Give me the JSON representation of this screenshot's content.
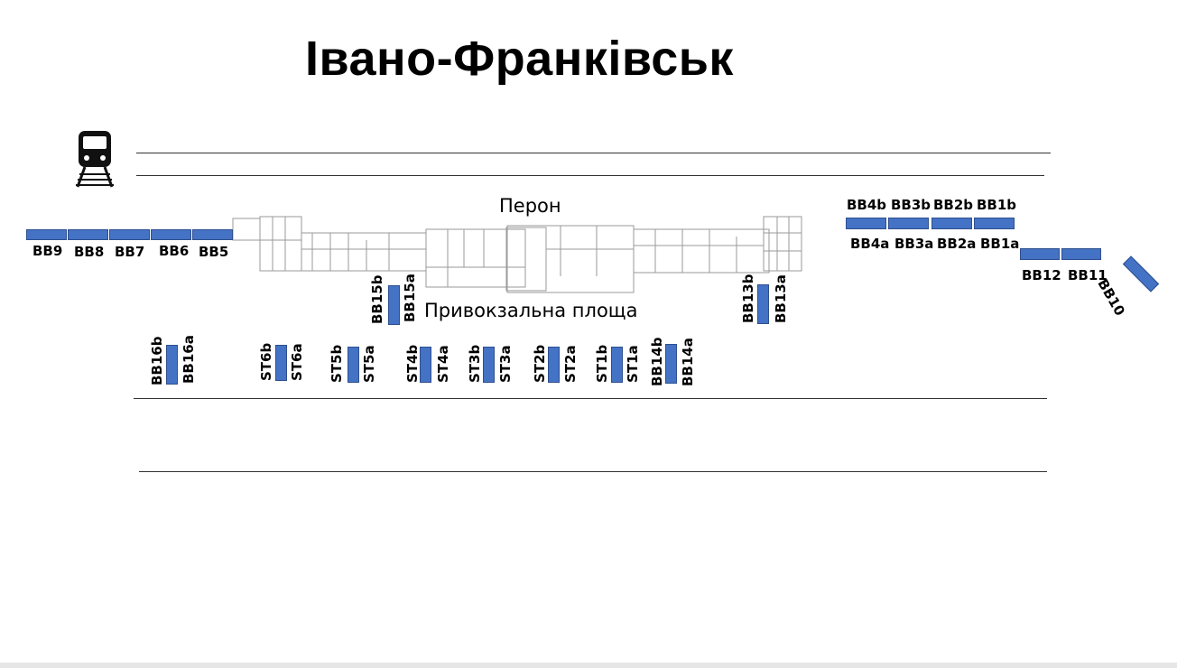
{
  "title": "Івано-Франківськ",
  "labels": {
    "platform": "Перон",
    "square": "Привокзальна площа"
  },
  "icons": {
    "train": "train-icon"
  },
  "colors": {
    "slot": "#4472c4"
  },
  "left_row": [
    "BB9",
    "BB8",
    "BB7",
    "BB6",
    "BB5"
  ],
  "right_top_b": [
    "BB4b",
    "BB3b",
    "BB2b",
    "BB1b"
  ],
  "right_top_a": [
    "BB4a",
    "BB3a",
    "BB2a",
    "BB1a"
  ],
  "right_low": [
    "BB12",
    "BB11"
  ],
  "angled": "BB10",
  "near_building": [
    {
      "b": "BB15b",
      "a": "BB15a"
    },
    {
      "b": "BB13b",
      "a": "BB13a"
    }
  ],
  "bottom_row": [
    {
      "b": "BB16b",
      "a": "BB16a"
    },
    {
      "b": "ST6b",
      "a": "ST6a"
    },
    {
      "b": "ST5b",
      "a": "ST5a"
    },
    {
      "b": "ST4b",
      "a": "ST4a"
    },
    {
      "b": "ST3b",
      "a": "ST3a"
    },
    {
      "b": "ST2b",
      "a": "ST2a"
    },
    {
      "b": "ST1b",
      "a": "ST1a"
    },
    {
      "b": "BB14b",
      "a": "BB14a"
    }
  ]
}
